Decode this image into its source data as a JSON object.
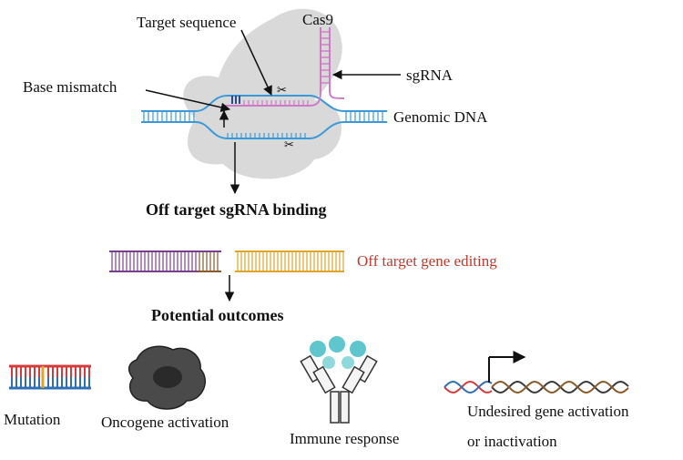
{
  "labels": {
    "target_sequence": "Target sequence",
    "cas9": "Cas9",
    "sgrna": "sgRNA",
    "base_mismatch": "Base mismatch",
    "genomic_dna": "Genomic DNA",
    "off_target_binding": "Off target sgRNA binding",
    "off_target_editing": "Off target gene editing",
    "potential_outcomes": "Potential outcomes"
  },
  "outcomes": [
    {
      "label": "Mutation",
      "icon": "dna-mutation-icon"
    },
    {
      "label": "Oncogene activation",
      "icon": "tumor-cell-icon"
    },
    {
      "label": "Immune response",
      "icon": "antibody-icon"
    },
    {
      "label_line1": "Undesired gene activation",
      "label_line2": "or inactivation",
      "icon": "gene-activation-icon"
    }
  ],
  "colors": {
    "dna_blue": "#3a9ad9",
    "sgrna_pink": "#d079c8",
    "cas9_gray": "#d9d9d9",
    "strand_purple": "#7a3f8f",
    "strand_orange": "#e0a528",
    "strand_brown": "#8a5a2b",
    "red_text": "#c0392b",
    "mutation_red": "#d63b3b",
    "mutation_blue": "#2f6fb3",
    "teal": "#5ec6cc"
  }
}
